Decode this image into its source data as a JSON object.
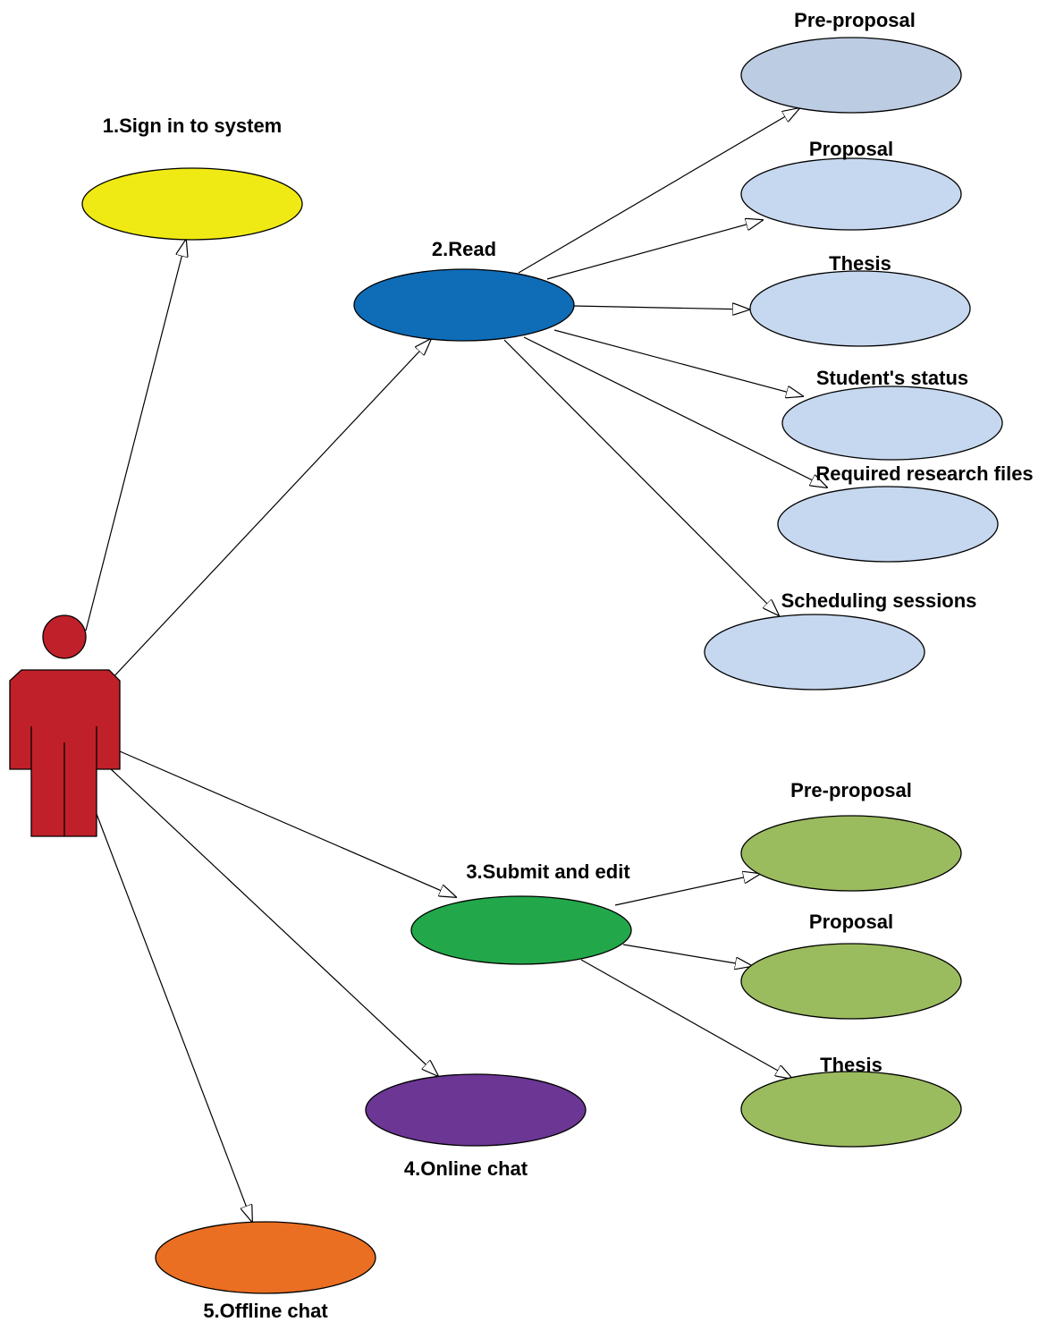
{
  "colors": {
    "sign_in": "#f0ea14",
    "read": "#0f6db8",
    "read_children_first": "#bcccE2",
    "read_children": "#c6d8ef",
    "submit": "#22a84a",
    "submit_children": "#9bbb5f",
    "online_chat": "#6b3694",
    "offline_chat": "#ea6f22",
    "actor": "#c0202a"
  },
  "actor": {
    "icon": "user-actor-icon"
  },
  "use_cases": {
    "sign_in": "1.Sign in to system",
    "read": "2.Read",
    "submit": "3.Submit and edit",
    "online_chat": "4.Online chat",
    "offline_chat": "5.Offline chat"
  },
  "read_items": [
    "Pre-proposal",
    "Proposal",
    "Thesis",
    "Student's status",
    "Required research files",
    "Scheduling sessions"
  ],
  "submit_items": [
    "Pre-proposal",
    "Proposal",
    "Thesis"
  ]
}
